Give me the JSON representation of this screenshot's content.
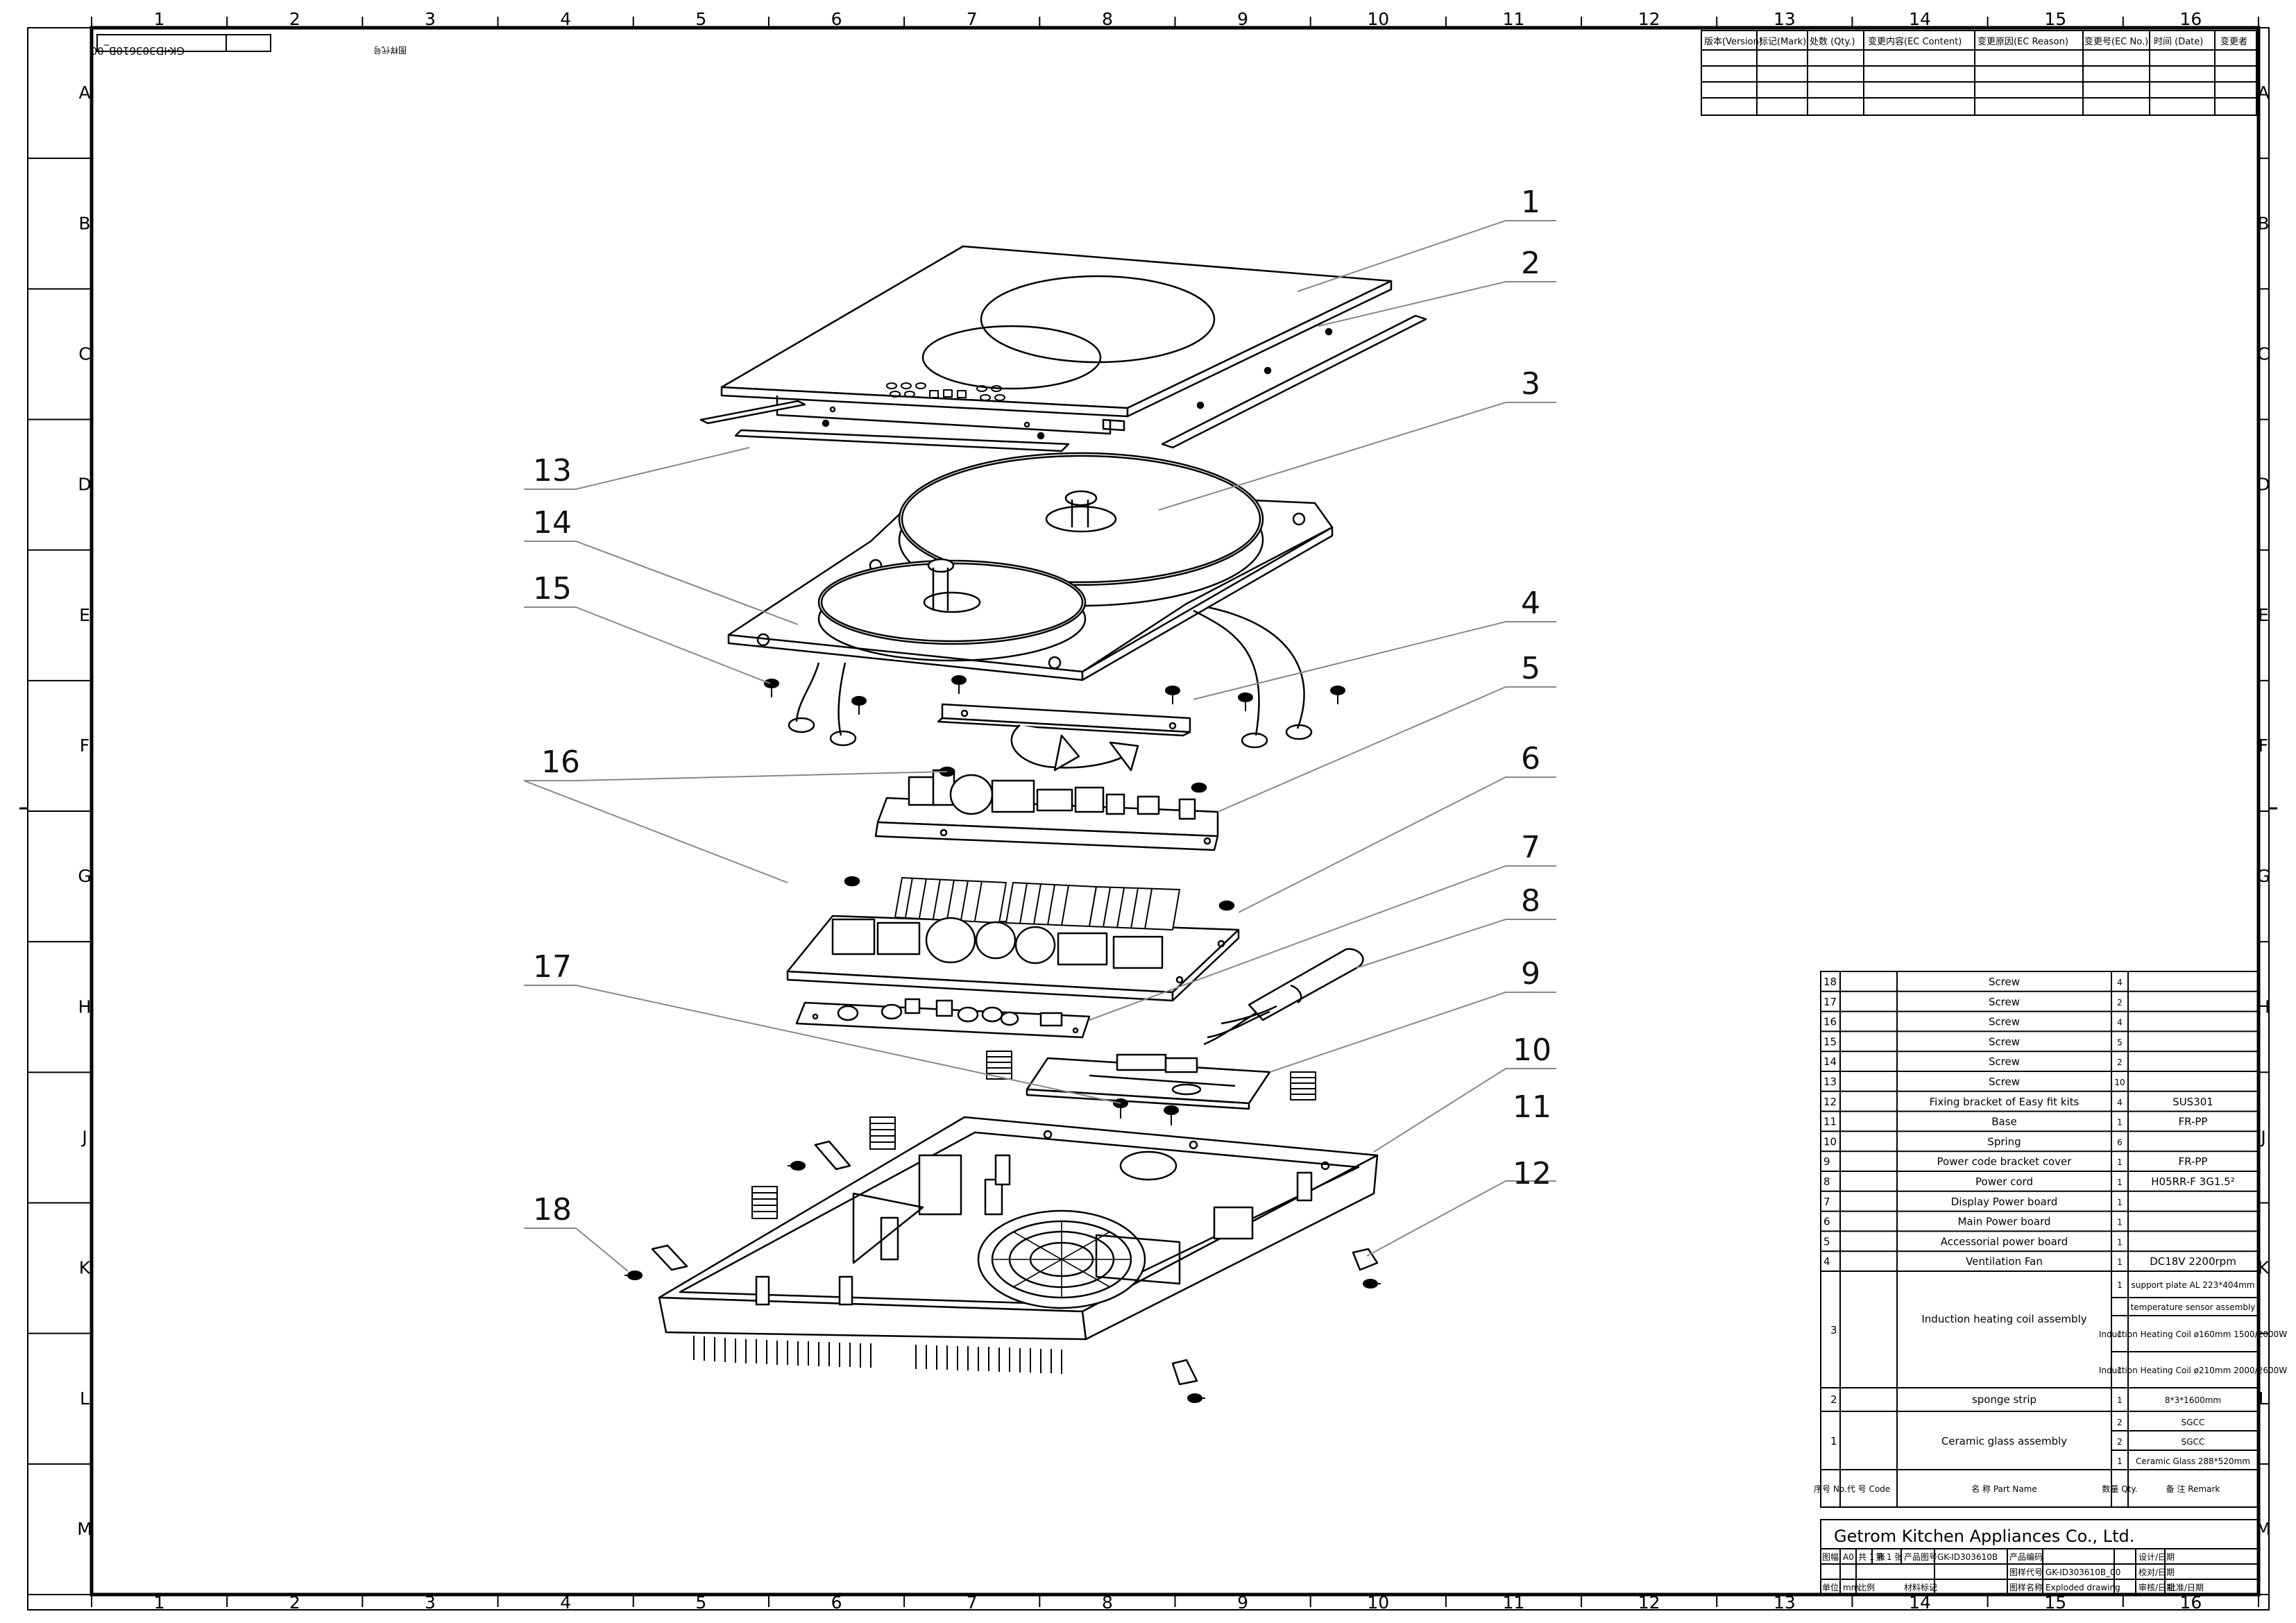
{
  "drawing_number_rotated": "GK-ID303610B_00",
  "drawing_number_rotated_label": "图样代号",
  "zones": {
    "columns": [
      "1",
      "2",
      "3",
      "4",
      "5",
      "6",
      "7",
      "8",
      "9",
      "10",
      "11",
      "12",
      "13",
      "14",
      "15",
      "16"
    ],
    "rows": [
      "A",
      "B",
      "C",
      "D",
      "E",
      "F",
      "G",
      "H",
      "J",
      "K",
      "L",
      "M"
    ]
  },
  "revision_table": {
    "headers": [
      "版本(Version)",
      "标记(Mark)",
      "处数 (Qty.)",
      "变更内容(EC Content)",
      "变更原因(EC Reason)",
      "变更号(EC No.)",
      "时间 (Date)",
      "变更者"
    ]
  },
  "callouts": [
    "1",
    "2",
    "3",
    "4",
    "5",
    "6",
    "7",
    "8",
    "9",
    "10",
    "11",
    "12",
    "13",
    "14",
    "15",
    "16",
    "17",
    "18"
  ],
  "bom": [
    {
      "no": "18",
      "code": "",
      "name": "Screw",
      "qty": "4",
      "remark": ""
    },
    {
      "no": "17",
      "code": "",
      "name": "Screw",
      "qty": "2",
      "remark": ""
    },
    {
      "no": "16",
      "code": "",
      "name": "Screw",
      "qty": "4",
      "remark": ""
    },
    {
      "no": "15",
      "code": "",
      "name": "Screw",
      "qty": "5",
      "remark": ""
    },
    {
      "no": "14",
      "code": "",
      "name": "Screw",
      "qty": "2",
      "remark": ""
    },
    {
      "no": "13",
      "code": "",
      "name": "Screw",
      "qty": "10",
      "remark": ""
    },
    {
      "no": "12",
      "code": "",
      "name": "Fixing bracket of Easy fit kits",
      "qty": "4",
      "remark": "SUS301"
    },
    {
      "no": "11",
      "code": "",
      "name": "Base",
      "qty": "1",
      "remark": "FR-PP"
    },
    {
      "no": "10",
      "code": "",
      "name": "Spring",
      "qty": "6",
      "remark": ""
    },
    {
      "no": "9",
      "code": "",
      "name": "Power code bracket cover",
      "qty": "1",
      "remark": "FR-PP"
    },
    {
      "no": "8",
      "code": "",
      "name": "Power cord",
      "qty": "1",
      "remark": "H05RR-F 3G1.5²"
    },
    {
      "no": "7",
      "code": "",
      "name": "Display Power board",
      "qty": "1",
      "remark": ""
    },
    {
      "no": "6",
      "code": "",
      "name": "Main Power board",
      "qty": "1",
      "remark": ""
    },
    {
      "no": "5",
      "code": "",
      "name": "Accessorial power board",
      "qty": "1",
      "remark": ""
    },
    {
      "no": "4",
      "code": "",
      "name": "Ventilation Fan",
      "qty": "1",
      "remark": "DC18V  2200rpm"
    }
  ],
  "bom_item3": {
    "no": "3",
    "name": "Induction heating coil assembly",
    "sub": [
      {
        "qty": "1",
        "remark": "support plate AL 223*404mm"
      },
      {
        "qty": "",
        "remark": "temperature sensor assembly"
      },
      {
        "qty": "1",
        "remark": "Induction Heating Coil ø160mm 1500/2000W"
      },
      {
        "qty": "1",
        "remark": "Induction Heating Coil ø210mm 2000/2600W"
      }
    ]
  },
  "bom_item2": {
    "no": "2",
    "name": "sponge strip",
    "qty": "1",
    "remark": "8*3*1600mm"
  },
  "bom_item1": {
    "no": "1",
    "name": "Ceramic glass assembly",
    "sub": [
      {
        "qty": "2",
        "remark": "SGCC"
      },
      {
        "qty": "2",
        "remark": "SGCC"
      },
      {
        "qty": "1",
        "remark": "Ceramic Glass 288*520mm"
      }
    ]
  },
  "bom_header": {
    "no": "序号 No.",
    "code": "代 号 Code",
    "name": "名 称 Part Name",
    "qty": "数量 Qty.",
    "remark": "备 注 Remark"
  },
  "title_block": {
    "company": "Getrom Kitchen Appliances Co., Ltd.",
    "size_label": "图幅",
    "size": "A0",
    "sheet_total": "共 1 张",
    "sheet_no": "第 1 张",
    "product_no_label": "产品图号",
    "product_no": "GK-ID303610B",
    "product_code_label": "产品编码",
    "drawing_code_label": "图样代号",
    "drawing_code": "GK-ID303610B_00",
    "drawing_name_label": "图样名称",
    "drawing_name": "Exploded drawing",
    "unit_label": "单位",
    "unit": "mm",
    "scale_label": "比例",
    "material_label": "材料标记",
    "design_label": "设计/日期",
    "check_label": "校对/日期",
    "review_label": "审核/日期",
    "approve_label": "批准/日期"
  }
}
